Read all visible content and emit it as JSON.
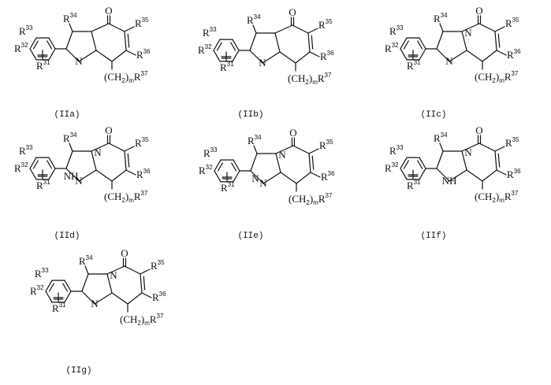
{
  "compounds": [
    {
      "caption": "(IIa)",
      "ring_atoms": [
        "N"
      ],
      "carbonyl": "O"
    },
    {
      "caption": "(IIb)",
      "ring_atoms": [
        "N"
      ],
      "carbonyl": "O"
    },
    {
      "caption": "(IIc)",
      "ring_atoms": [
        "N",
        "N"
      ],
      "carbonyl": "O"
    },
    {
      "caption": "(IId)",
      "ring_atoms": [
        "N",
        "N",
        "NH"
      ],
      "carbonyl": "O"
    },
    {
      "caption": "(IIe)",
      "ring_atoms": [
        "N",
        "N",
        "N"
      ],
      "carbonyl": "O"
    },
    {
      "caption": "(IIf)",
      "ring_atoms": [
        "NH",
        "N"
      ],
      "carbonyl": "O"
    },
    {
      "caption": "(IIg)",
      "ring_atoms": [
        "N",
        "N"
      ],
      "carbonyl": "O"
    }
  ],
  "labels": {
    "r": "R",
    "r31": "31",
    "r32": "32",
    "r33": "33",
    "r34": "34",
    "r35": "35",
    "r36": "36",
    "r37": "37",
    "ch2": "(CH",
    "ch2_sub": "2",
    "ch2_close": ")",
    "m": "m"
  }
}
